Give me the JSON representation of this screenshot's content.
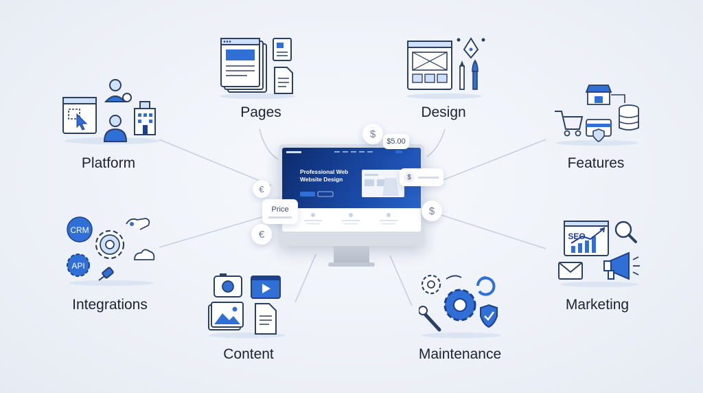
{
  "hub": {
    "screen_title": "Professional Web Website Design",
    "price_tag": "$5.00",
    "price_chip": "Price",
    "currency_coins": [
      "€",
      "$",
      "$",
      "€"
    ]
  },
  "nodes": [
    {
      "id": "platform",
      "label": "Platform"
    },
    {
      "id": "pages",
      "label": "Pages"
    },
    {
      "id": "design",
      "label": "Design"
    },
    {
      "id": "features",
      "label": "Features"
    },
    {
      "id": "integrations",
      "label": "Integrations"
    },
    {
      "id": "content",
      "label": "Content"
    },
    {
      "id": "maintenance",
      "label": "Maintenance"
    },
    {
      "id": "marketing",
      "label": "Marketing"
    }
  ],
  "icon_text": {
    "crm": "CRM",
    "api": "API",
    "seo": "SEO"
  },
  "colors": {
    "accent": "#2f6fd6",
    "dark_blue": "#1d3f8f",
    "outline": "#2b3f63",
    "light_blue": "#cfe0fb"
  }
}
